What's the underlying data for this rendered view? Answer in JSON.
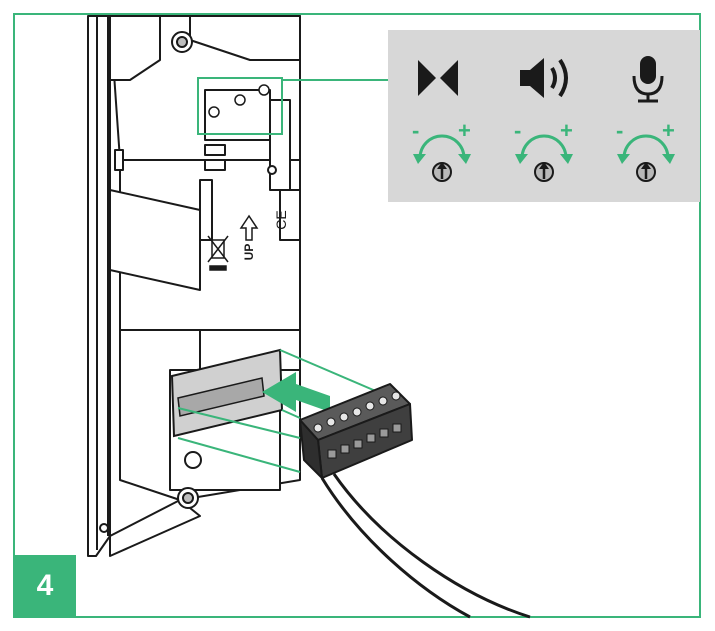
{
  "step": {
    "number": "4"
  },
  "panel": {
    "controls": [
      {
        "icon": "bowtie-icon",
        "minus": "-",
        "plus": "+"
      },
      {
        "icon": "speaker-icon",
        "minus": "-",
        "plus": "+"
      },
      {
        "icon": "microphone-icon",
        "minus": "-",
        "plus": "+"
      }
    ]
  },
  "device": {
    "ce_mark": "CE",
    "up_label": "UP"
  },
  "colors": {
    "accent": "#3ab57a",
    "panel_bg": "#d7d7d7",
    "line": "#1a1a1a",
    "connector": "#4a4a4a"
  }
}
